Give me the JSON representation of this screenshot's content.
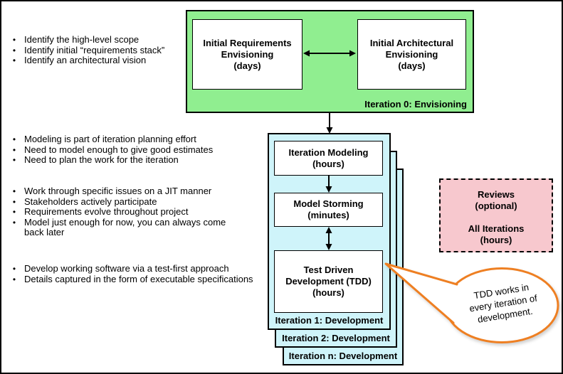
{
  "colors": {
    "envisioning_green": "#90EE90",
    "development_cyan": "#CFF4FA",
    "reviews_pink": "#F7C8CE",
    "callout_orange": "#EE7F22",
    "line_black": "#000000"
  },
  "bullets": {
    "group1": [
      "Identify the high-level scope",
      "Identify initial “requirements stack”",
      "Identify an architectural vision"
    ],
    "group2": [
      "Modeling is part of iteration planning effort",
      "Need to model enough to give good estimates",
      "Need to plan the work for the iteration"
    ],
    "group3": [
      "Work through specific issues on a JIT manner",
      "Stakeholders actively participate",
      "Requirements evolve throughout project",
      "Model just enough for now, you can always come\nback later"
    ],
    "group4": [
      "Develop working software via a test-first approach",
      "Details captured in the form of executable specifications"
    ]
  },
  "envisioning": {
    "box_requirements": "Initial Requirements\nEnvisioning\n(days)",
    "box_architecture": "Initial Architectural\nEnvisioning\n(days)",
    "label": "Iteration 0: Envisioning"
  },
  "development": {
    "box_iteration_modeling": "Iteration Modeling\n(hours)",
    "box_model_storming": "Model Storming\n(minutes)",
    "box_tdd": "Test Driven\nDevelopment (TDD)\n(hours)",
    "label_iteration_1": "Iteration 1: Development",
    "label_iteration_2": "Iteration 2: Development",
    "label_iteration_n": "Iteration n: Development"
  },
  "reviews": {
    "text": "Reviews\n(optional)\n\nAll Iterations\n(hours)"
  },
  "callout": {
    "text": "TDD works in\nevery iteration of\ndevelopment."
  }
}
